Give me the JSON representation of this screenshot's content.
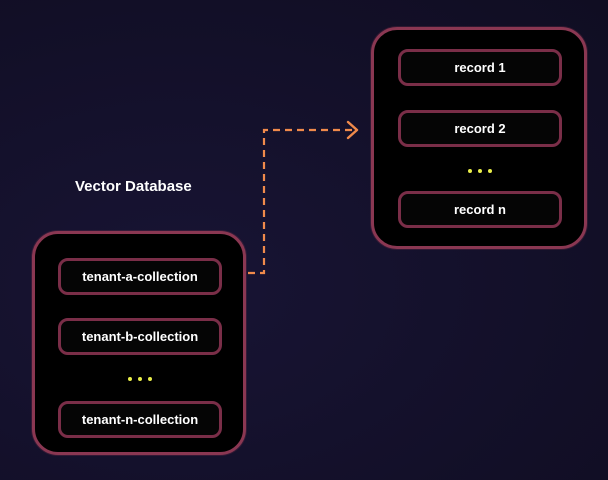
{
  "diagram": {
    "title": "Vector Database",
    "collections": [
      {
        "label": "tenant-a-collection"
      },
      {
        "label": "tenant-b-collection"
      },
      {
        "label": "tenant-n-collection"
      }
    ],
    "records": [
      {
        "label": "record 1"
      },
      {
        "label": "record 2"
      },
      {
        "label": "record n"
      }
    ],
    "colors": {
      "background": "#13102a",
      "panel_border": "#8a3752",
      "item_border": "#7a2e48",
      "ellipsis_dots": "#e9ee4a",
      "connector": "#f08a4b"
    }
  }
}
